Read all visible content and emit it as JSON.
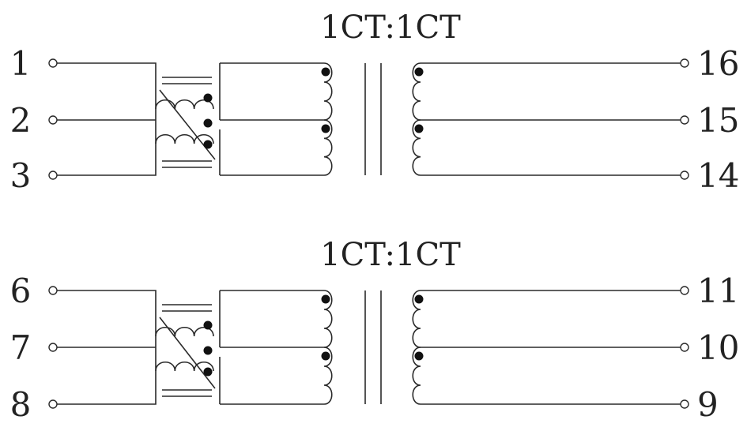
{
  "transformers": [
    {
      "ratio": "1CT:1CT",
      "left_pins": [
        "1",
        "2",
        "3"
      ],
      "right_pins": [
        "16",
        "15",
        "14"
      ]
    },
    {
      "ratio": "1CT:1CT",
      "left_pins": [
        "6",
        "7",
        "8"
      ],
      "right_pins": [
        "11",
        "10",
        "9"
      ]
    }
  ]
}
